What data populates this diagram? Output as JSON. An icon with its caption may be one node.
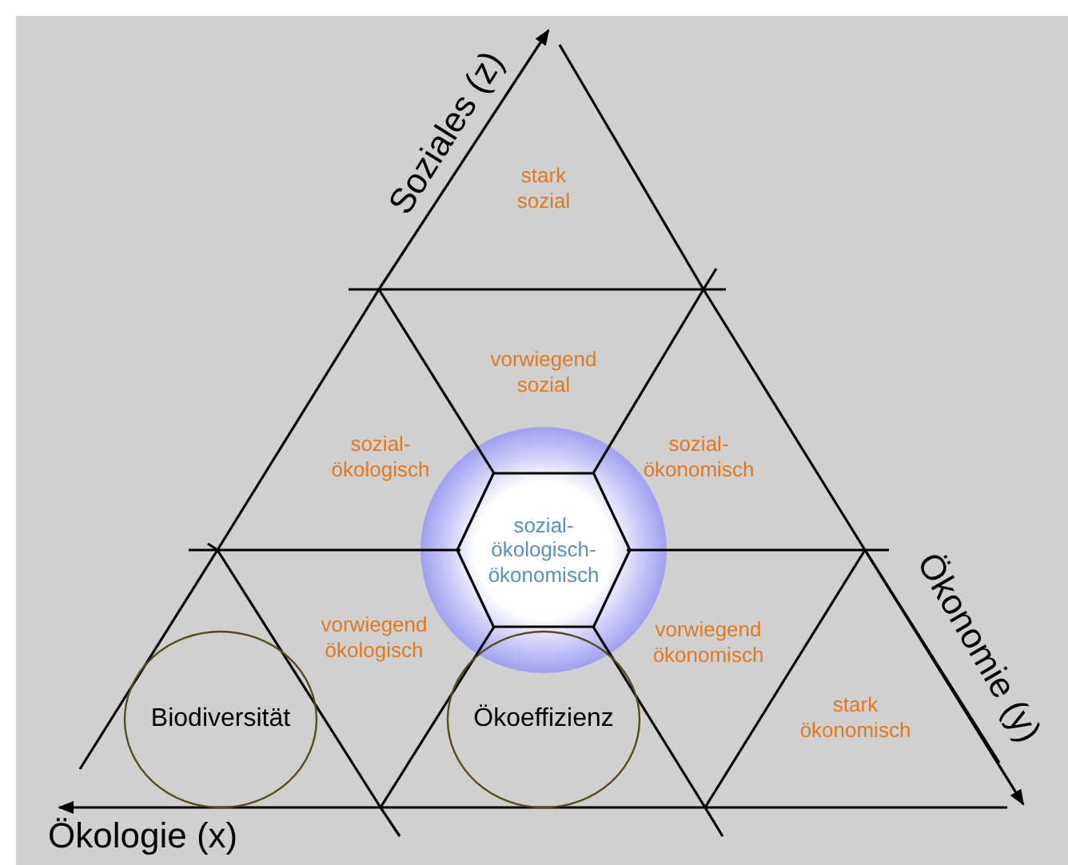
{
  "diagram": {
    "nodes": [
      {
        "text": [
          "sozial-ökologisch-ökonomisch"
        ]
      },
      {
        "text": [
          "Biodiversität"
        ]
      },
      {
        "text": [
          "Ökoeffizienz"
        ]
      }
    ],
    "edges": [],
    "labels": [
      "Soziales (z)",
      "stark sozial",
      "vorwiegend sozial",
      "sozial-ökologisch",
      "sozial-ökonomisch",
      "Ökonomie (y)",
      "vorwiegend ökologisch",
      "vorwiegend ökonomisch",
      "stark ökonomisch",
      "Ökologie (x)"
    ]
  }
}
